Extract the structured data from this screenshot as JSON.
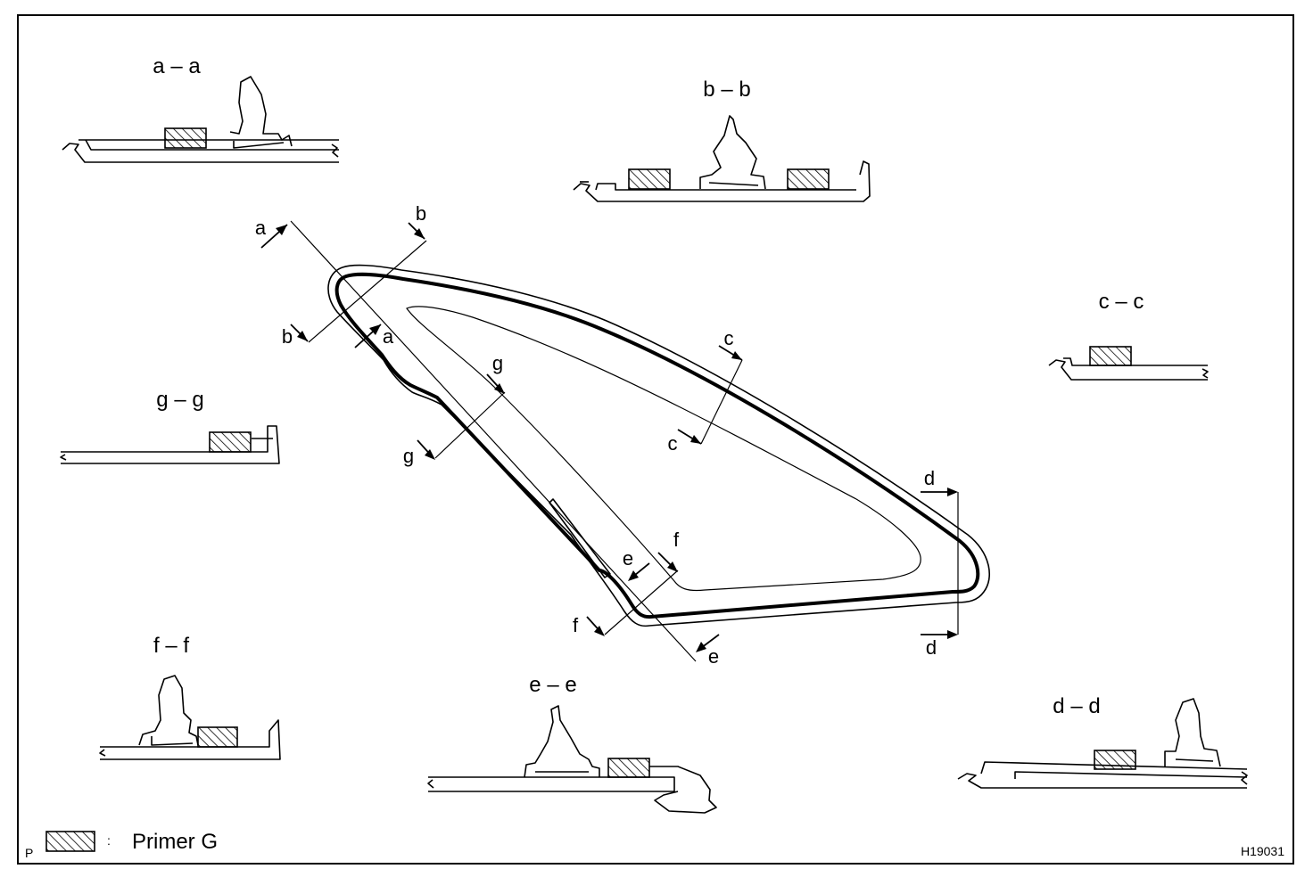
{
  "sections": {
    "aa": "a – a",
    "bb": "b – b",
    "cc": "c – c",
    "dd": "d – d",
    "ee": "e – e",
    "ff": "f – f",
    "gg": "g – g"
  },
  "cut_labels": {
    "a": "a",
    "b": "b",
    "c": "c",
    "d": "d",
    "e": "e",
    "f": "f",
    "g": "g"
  },
  "legend": {
    "prefix": "P",
    "separator": ":",
    "label": "Primer G"
  },
  "figure_code": "H19031"
}
